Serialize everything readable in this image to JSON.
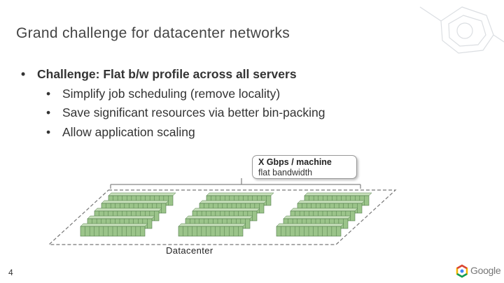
{
  "slide": {
    "title": "Grand challenge for datacenter networks",
    "bullets": [
      {
        "level": 1,
        "text": "Challenge:  Flat b/w profile across all servers"
      },
      {
        "level": 2,
        "text": "Simplify job scheduling (remove locality)"
      },
      {
        "level": 2,
        "text": "Save significant resources via better bin-packing"
      },
      {
        "level": 2,
        "text": "Allow application scaling"
      }
    ],
    "bullet_glyph": "•",
    "callout": {
      "line1": "X Gbps / machine",
      "line2": "flat bandwidth"
    },
    "datacenter_label": "Datacenter",
    "page_number": "4",
    "footer_logo": "Google",
    "icons": {
      "top_right": "hexagon-network-logo",
      "footer": "google-logo-icon"
    },
    "colors": {
      "rack_green": "#9bc48a",
      "rack_dark": "#4f7a47",
      "dash": "#777777",
      "google_red": "#db4437",
      "google_yellow": "#f4b400",
      "google_green": "#0f9d58",
      "google_blue": "#4285f4"
    }
  }
}
